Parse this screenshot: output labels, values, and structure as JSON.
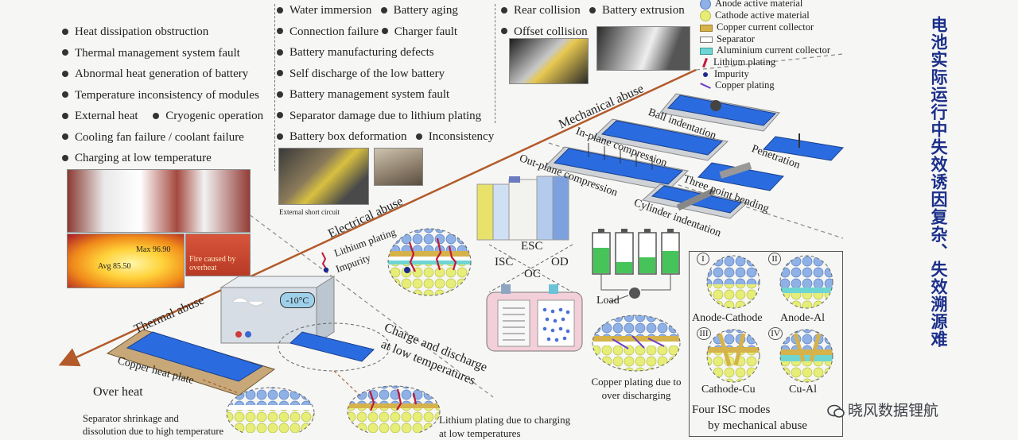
{
  "thermal_causes": [
    "Heat dissipation obstruction",
    "Thermal management system fault",
    "Abnormal heat generation of battery",
    "Temperature inconsistency of modules",
    "External heat",
    "Cryogenic operation",
    "Cooling fan failure / coolant failure",
    "Charging at low temperature"
  ],
  "thermal_photo": {
    "max_label": "Max 96.90",
    "avg_label": "Avg 85.50",
    "fire_caption": "Fire caused by overheat"
  },
  "electrical_causes": [
    [
      "Water immersion",
      "Battery aging"
    ],
    [
      "Connection failure",
      "Charger fault"
    ],
    [
      "Battery manufacturing defects"
    ],
    [
      "Self discharge of the low battery"
    ],
    [
      "Battery management system fault"
    ],
    [
      "Separator damage due to lithium plating"
    ],
    [
      "Battery box deformation",
      "Inconsistency"
    ]
  ],
  "electrical_photo_caption": "External short circuit",
  "mechanical_causes": [
    [
      "Rear collision",
      "Battery extrusion"
    ],
    [
      "Offset collision"
    ]
  ],
  "legend": [
    {
      "label": "Anode active material",
      "color": "#8fb1e6"
    },
    {
      "label": "Cathode active material",
      "color": "#e6ee78"
    },
    {
      "label": "Copper current collector",
      "color": "#d5b24a"
    },
    {
      "label": "Separator",
      "color": "#ffffff"
    },
    {
      "label": "Aluminium current collector",
      "color": "#6fd5d2"
    },
    {
      "label": "Lithium plating",
      "color": "#c0193a"
    },
    {
      "label": "Impurity",
      "color": "#1b2a8a"
    },
    {
      "label": "Copper plating",
      "color": "#6a3fc8"
    }
  ],
  "axis_labels": {
    "mechanical": "Mechanical abuse",
    "electrical": "Electrical abuse",
    "thermal": "Thermal abuse"
  },
  "mechanical_tests": {
    "ball": "Ball indentation",
    "inplane": "In-plane compression",
    "penetration": "Penetration",
    "outplane": "Out-plane compression",
    "threepoint": "Three point bending",
    "cylinder": "Cylinder indentation"
  },
  "plating_legend": [
    "Lithium plating",
    "Impurity"
  ],
  "modes": {
    "esc": "ESC",
    "isc": "ISC",
    "od": "OD",
    "oc": "OC"
  },
  "load_label": "Load",
  "copper_caption": "Copper plating due to over discharging",
  "isc_modes": [
    {
      "num": "I",
      "label": "Anode-Cathode"
    },
    {
      "num": "II",
      "label": "Anode-Al"
    },
    {
      "num": "III",
      "label": "Cathode-Cu"
    },
    {
      "num": "IV",
      "label": "Cu-Al"
    }
  ],
  "isc_caption": [
    "Four ISC modes",
    "by mechanical abuse"
  ],
  "low_temp": {
    "temp": "-10°C",
    "caption": [
      "Charge and discharge",
      "at low temperatures"
    ],
    "plating": [
      "Lithium plating due to charging",
      "at low temperatures"
    ]
  },
  "overheat": {
    "plate": "Copper heat plate",
    "title": "Over heat",
    "caption": [
      "Separator shrinkage and",
      "dissolution due to high temperature"
    ]
  },
  "chinese_title": "电池实际运行中失效诱因复杂、失效溯源难",
  "watermark": "晓风数据锂航"
}
